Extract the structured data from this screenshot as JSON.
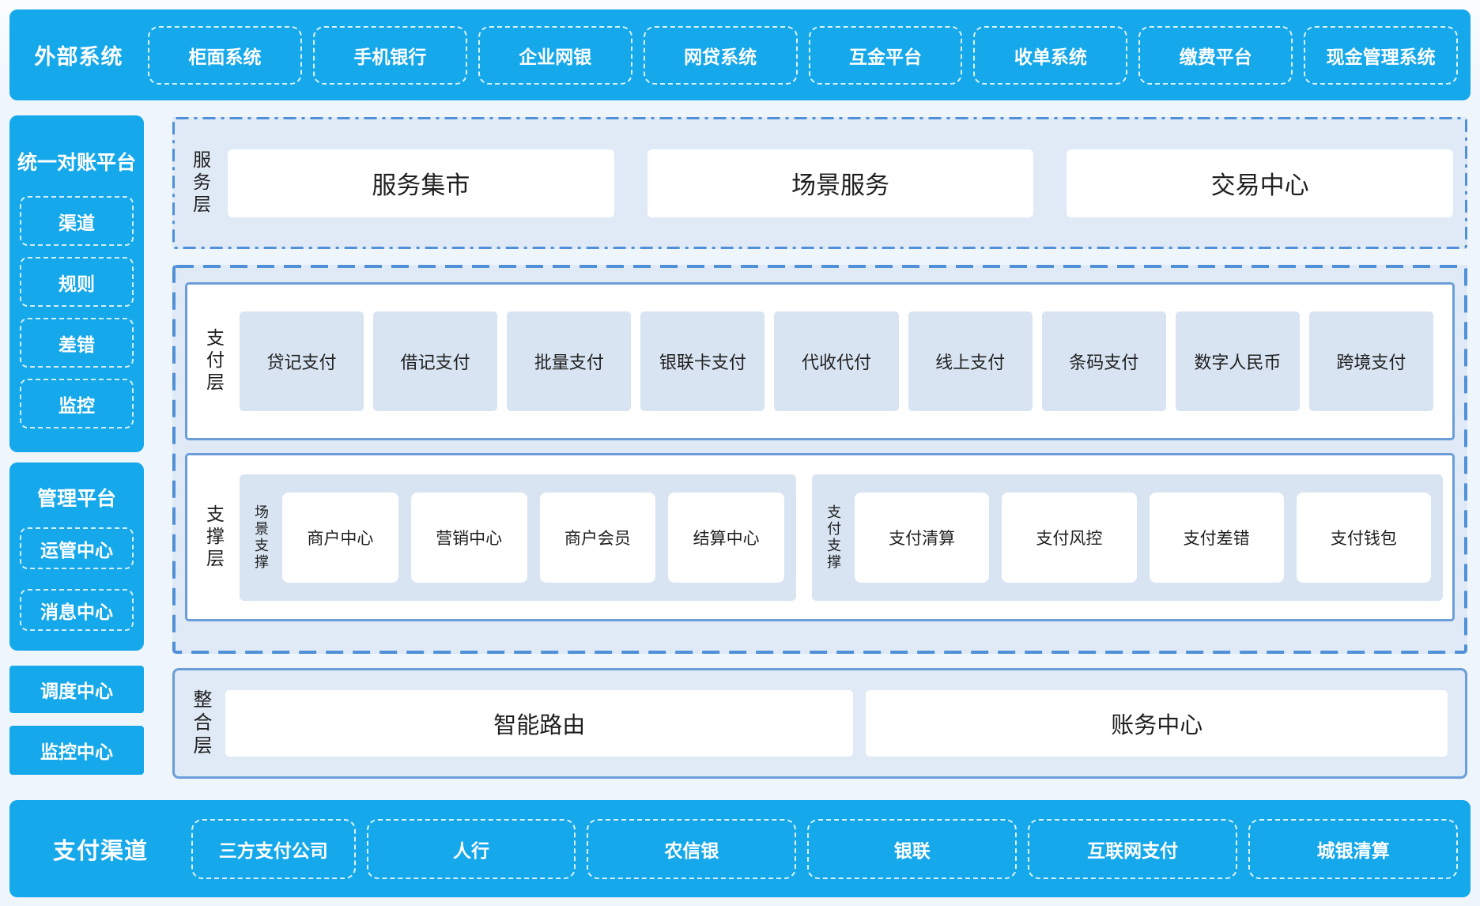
{
  "colors": {
    "accent_blue": "#15a8eb",
    "panel_bg": "#dfeaf6",
    "item_bg": "#d8e4f2",
    "dashed_border_blue": "#4f90d8",
    "inner_border_blue": "#6b9ed9",
    "page_bg": "#f0f7fc",
    "text_dark": "#1f1f1f"
  },
  "external_systems": {
    "title": "外部系统",
    "items": [
      "柜面系统",
      "手机银行",
      "企业网银",
      "网贷系统",
      "互金平台",
      "收单系统",
      "缴费平台",
      "现金管理系统"
    ]
  },
  "sidebar": {
    "reconciliation": {
      "title": "统一对账平台",
      "items": [
        "渠道",
        "规则",
        "差错",
        "监控"
      ]
    },
    "management": {
      "title": "管理平台",
      "items": [
        "运管中心",
        "消息中心"
      ]
    },
    "blocks": [
      "调度中心",
      "监控中心"
    ]
  },
  "service_layer": {
    "label": "服务层",
    "items": [
      "服务集市",
      "场景服务",
      "交易中心"
    ]
  },
  "payment_layer": {
    "label": "支付层",
    "items": [
      "贷记支付",
      "借记支付",
      "批量支付",
      "银联卡支付",
      "代收代付",
      "线上支付",
      "条码支付",
      "数字人民币",
      "跨境支付"
    ]
  },
  "support_layer": {
    "label": "支撑层",
    "groups": [
      {
        "label": "场景支撑",
        "items": [
          "商户中心",
          "营销中心",
          "商户会员",
          "结算中心"
        ]
      },
      {
        "label": "支付支撑",
        "items": [
          "支付清算",
          "支付风控",
          "支付差错",
          "支付钱包"
        ]
      }
    ]
  },
  "integration_layer": {
    "label": "整合层",
    "items": [
      "智能路由",
      "账务中心"
    ]
  },
  "payment_channels": {
    "title": "支付渠道",
    "items": [
      "三方支付公司",
      "人行",
      "农信银",
      "银联",
      "互联网支付",
      "城银清算"
    ]
  }
}
